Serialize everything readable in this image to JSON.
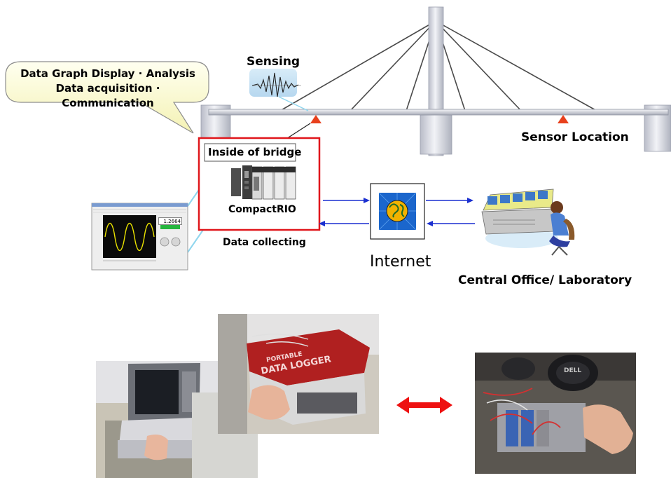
{
  "callout": {
    "line1": "Data Graph Display · Analysis",
    "line2": "Data acquisition · Communication"
  },
  "bridge": {
    "sensing_label": "Sensing",
    "sensor_location_label": "Sensor Location",
    "sensor_marker_color": "#e8401c"
  },
  "daq": {
    "box_title": "Inside of bridge",
    "device_name": "CompactRIO",
    "caption": "Data collecting",
    "box_border_color": "#e0161b"
  },
  "screen": {
    "readout": "1.2664"
  },
  "network": {
    "internet_label": "Internet",
    "arrow_color": "#1a2fd0"
  },
  "office": {
    "label": "Central Office/ Laboratory"
  },
  "photos": {
    "logger_brand_line1": "PORTABLE",
    "logger_brand_line2": "DATA LOGGER",
    "pc_brand": "DELL",
    "exchange_arrow_color": "#ee1111"
  }
}
